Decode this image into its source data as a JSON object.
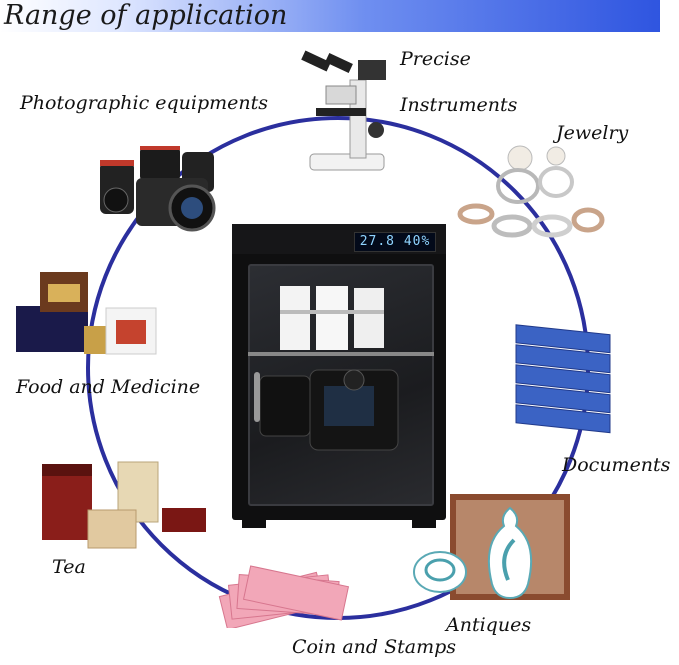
{
  "header": {
    "title": "Range of application"
  },
  "display": {
    "reading": "27.8 40%"
  },
  "categories": [
    {
      "label": "Precise"
    },
    {
      "label": "Instruments"
    },
    {
      "label": "Photographic equipments"
    },
    {
      "label": "Jewelry"
    },
    {
      "label": "Food and Medicine"
    },
    {
      "label": "Documents"
    },
    {
      "label": "Tea"
    },
    {
      "label": "Antiques"
    },
    {
      "label": "Coin and Stamps"
    }
  ],
  "colors": {
    "ring": "#2b2f9e",
    "banner_dark": "#2f55e0"
  }
}
